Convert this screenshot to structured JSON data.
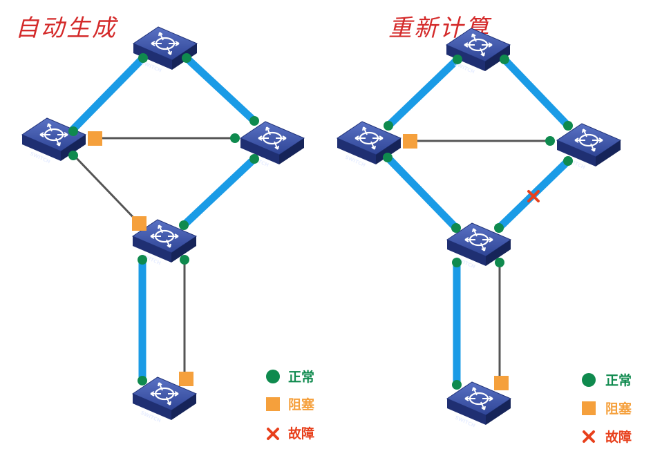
{
  "panels": [
    {
      "title": "自动生成",
      "switch_label": "SWITCH",
      "legend": {
        "normal": "正常",
        "blocked": "阻塞",
        "fault": "故障"
      }
    },
    {
      "title": "重新计算",
      "switch_label": "SWITCH",
      "legend": {
        "normal": "正常",
        "blocked": "阻塞",
        "fault": "故障"
      }
    }
  ],
  "colors": {
    "active_link": "#1a9be6",
    "blocked_link": "#555555",
    "normal_port": "#0f8a4e",
    "blocked_port": "#f5a03c",
    "fault_mark": "#e8401c",
    "legend_normal_text": "#0f8a4e",
    "legend_blocked_text": "#f5a03c",
    "legend_fault_text": "#e8401c",
    "title": "#d42a2a"
  }
}
